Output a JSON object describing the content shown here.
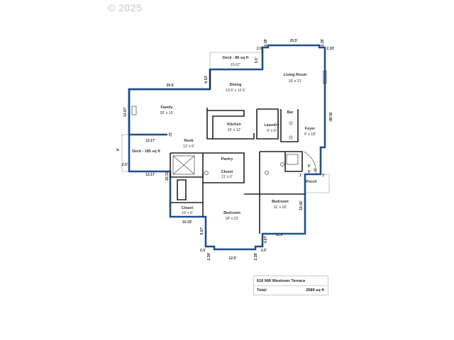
{
  "copyright": "© 2025",
  "rooms": {
    "deck_top": {
      "name": "Deck - 86 sq ft",
      "size": "15.67'"
    },
    "living": {
      "name": "Living Room",
      "size": "18' x 21'"
    },
    "dining": {
      "name": "Dining",
      "size": "19.5' x 12.5'"
    },
    "family": {
      "name": "Family",
      "size": "25' x 15'"
    },
    "kitchen": {
      "name": "Kitchen",
      "size": "15' x 12'"
    },
    "laundry": {
      "name": "Laundry",
      "size": "6' x 9'"
    },
    "bar": {
      "name": "Bar"
    },
    "foyer": {
      "name": "Foyer",
      "size": "6' x 18'"
    },
    "nook": {
      "name": "Nook",
      "size": "12' x 6'"
    },
    "deck_left": {
      "name": "Deck - 185 sq ft"
    },
    "pantry": {
      "name": "Pantry"
    },
    "closet_mid": {
      "name": "Closet",
      "size": "11' x 6'"
    },
    "closet_low": {
      "name": "Closet",
      "size": "10' x 6'"
    },
    "porch": {
      "name": "Porch"
    },
    "bedroom_main": {
      "name": "Bedroom",
      "size": "18' x 22'"
    },
    "bedroom_right": {
      "name": "Bedroom",
      "size": "11' x 16'"
    }
  },
  "dims": {
    "d1": "15.5'",
    "d2": "2.5'",
    "d3": "2.38'",
    "d4": "2.38'",
    "d5": "2.33'",
    "d6": "5.5'",
    "d7": "6.53'",
    "d8": "29.5'",
    "d9": "14.67'",
    "d10": "13.17'",
    "d11": "11'",
    "d12": "8'",
    "d13": "2.5'",
    "d14": "13.17'",
    "d15": "25.33'",
    "d16": "10.33'",
    "d17": "8.67'",
    "d18": "2.5'",
    "d19": "2.38'",
    "d20": "12.5'",
    "d21": "2.38'",
    "d22": "2.5'",
    "d23": "4.67'",
    "d24": "11.5'",
    "d25": "10.02'",
    "d26": "35.98'",
    "d27": "6'",
    "d28": "3'",
    "d29": "1'",
    "d30": "5'",
    "d31": "1'"
  },
  "info": {
    "address": "616 NW Westover Terrace",
    "total_label": "Total:",
    "total_value": "2589 sq ft"
  }
}
